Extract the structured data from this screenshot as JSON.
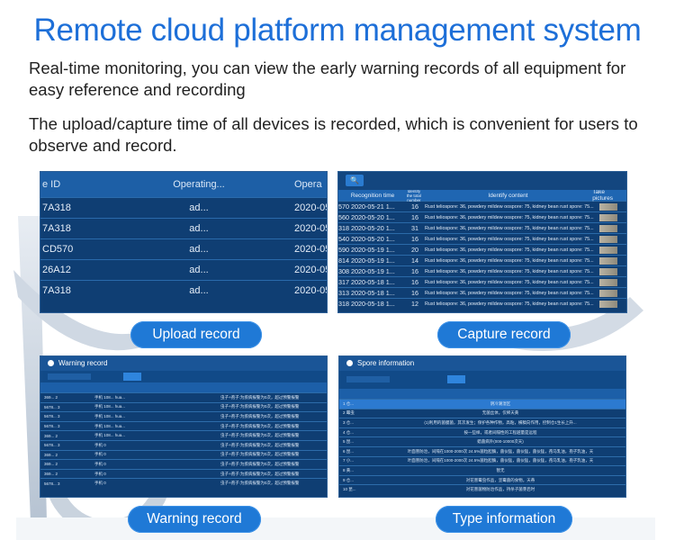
{
  "header": {
    "title": "Remote cloud platform management system",
    "para1": "Real-time monitoring, you can view the early warning records of all equipment for easy reference and recording",
    "para2": "The upload/capture time of all devices is recorded, which is convenient for users to observe and record."
  },
  "captions": {
    "upload": "Upload record",
    "capture": "Capture record",
    "warning": "Warning record",
    "type": "Type information"
  },
  "upload": {
    "col_id": "e ID",
    "col_op": "Operating...",
    "col_op2": "Opera",
    "rows": [
      {
        "id": "7A318",
        "op": "ad...",
        "date": "2020-05-"
      },
      {
        "id": "7A318",
        "op": "ad...",
        "date": "2020-05-"
      },
      {
        "id": "CD570",
        "op": "ad...",
        "date": "2020-05-"
      },
      {
        "id": "26A12",
        "op": "ad...",
        "date": "2020-05-"
      },
      {
        "id": "7A318",
        "op": "ad...",
        "date": "2020-05-"
      }
    ]
  },
  "capture": {
    "search_icon": "search-icon",
    "col_time": "Recognition time",
    "col_num": "Identify the total number",
    "col_content": "Identify content",
    "col_pic": "Take pictures",
    "rows": [
      {
        "id": "570",
        "time": "2020-05-21 1...",
        "num": "16",
        "content": "Rust teliospore: 36, powdery mildew oospore: 75, kidney bean rust spore: 75..."
      },
      {
        "id": "560",
        "time": "2020-05-20 1...",
        "num": "16",
        "content": "Rust teliospore: 36, powdery mildew oospore: 75, kidney bean rust spore: 75..."
      },
      {
        "id": "318",
        "time": "2020-05-20 1...",
        "num": "31",
        "content": "Rust teliospore: 36, powdery mildew oospore: 75, kidney bean rust spore: 75..."
      },
      {
        "id": "540",
        "time": "2020-05-20 1...",
        "num": "16",
        "content": "Rust teliospore: 36, powdery mildew oospore: 75, kidney bean rust spore: 75..."
      },
      {
        "id": "590",
        "time": "2020-05-19 1...",
        "num": "20",
        "content": "Rust teliospore: 36, powdery mildew oospore: 75, kidney bean rust spore: 75..."
      },
      {
        "id": "814",
        "time": "2020-05-19 1...",
        "num": "14",
        "content": "Rust teliospore: 36, powdery mildew oospore: 75, kidney bean rust spore: 75..."
      },
      {
        "id": "308",
        "time": "2020-05-19 1...",
        "num": "16",
        "content": "Rust teliospore: 36, powdery mildew oospore: 75, kidney bean rust spore: 75..."
      },
      {
        "id": "317",
        "time": "2020-05-18 1...",
        "num": "16",
        "content": "Rust teliospore: 36, powdery mildew oospore: 75, kidney bean rust spore: 75..."
      },
      {
        "id": "313",
        "time": "2020-05-18 1...",
        "num": "16",
        "content": "Rust teliospore: 36, powdery mildew oospore: 75, kidney bean rust spore: 75..."
      },
      {
        "id": "318",
        "time": "2020-05-18 1...",
        "num": "12",
        "content": "Rust teliospore: 36, powdery mildew oospore: 75, kidney bean rust spore: 75..."
      }
    ]
  },
  "warning": {
    "title": "Warning record",
    "rows": [
      {
        "a": "369...  2",
        "b": "手机  108...  hua...",
        "d": "虫子+孢子:为疾病报警为0次，超过预警报警"
      },
      {
        "a": "5678...  3",
        "b": "手机  108...  hua...",
        "d": "虫子+孢子:为疾病报警为0次，超过预警报警"
      },
      {
        "a": "5678...  3",
        "b": "手机  108...  hua...",
        "d": "虫子+孢子:为疾病报警为0次，超过预警报警"
      },
      {
        "a": "5678...  3",
        "b": "手机  108...  hua...",
        "d": "虫子+孢子:为疾病报警为0次，超过预警报警"
      },
      {
        "a": "369...  2",
        "b": "手机  108...  hua...",
        "d": "虫子+孢子:为疾病报警为0次，超过预警报警"
      },
      {
        "a": "5678...  3",
        "b": "手机  0",
        "d": "虫子+孢子:为疾病报警为0次，超过预警报警"
      },
      {
        "a": "369...  2",
        "b": "手机  0",
        "d": "虫子+孢子:为疾病报警为0次，超过预警报警"
      },
      {
        "a": "369...  2",
        "b": "手机  0",
        "d": "虫子+孢子:为疾病报警为0次，超过预警报警"
      },
      {
        "a": "369...  2",
        "b": "手机  0",
        "d": "虫子+孢子:为疾病报警为0次，超过预警报警"
      },
      {
        "a": "5678...  3",
        "b": "手机  0",
        "d": "虫子+孢子:为疾病报警为0次，超过预警报警"
      }
    ]
  },
  "spore": {
    "title": "Spore information",
    "rows": [
      {
        "a": "1  仓...",
        "d": "阴冷潮湿区",
        "hl": true
      },
      {
        "a": "2  霉虫",
        "d": "无菌丝体，仅稀天黄"
      },
      {
        "a": "3  仓...",
        "d": "(1)利用的菌膜菌，其次发生；保护各种作物，高粘，横稿向作用，控制仓1生长上升..."
      },
      {
        "a": "4  仓...",
        "d": "按一些样，或者间隔性的工程越量是远程"
      },
      {
        "a": "5  昆...",
        "d": "蜡菌病外(000-10000次天)"
      },
      {
        "a": "6  昆...",
        "d": "叶面害防治，间隔在1000-2000次 24.5%菌粒胆酶，菌伙猛，菌伙猛，菌伙猛，孢马乳油，孢子乳油，天"
      },
      {
        "a": "7  小...",
        "d": "叶面害防治，间隔在1000-2000次 24.5%菌粒胆酶，菌伙猛，菌伙猛，菌伙猛，孢马乳油，孢子乳油，天"
      },
      {
        "a": "8  黄...",
        "d": "暂无"
      },
      {
        "a": "9  仓...",
        "d": "对花害霉虫作品，坚霉菌的食物，天蒂"
      },
      {
        "a": "10  昆...",
        "d": "对花害菌物防治作品，持杀子菌芽后时"
      }
    ]
  }
}
